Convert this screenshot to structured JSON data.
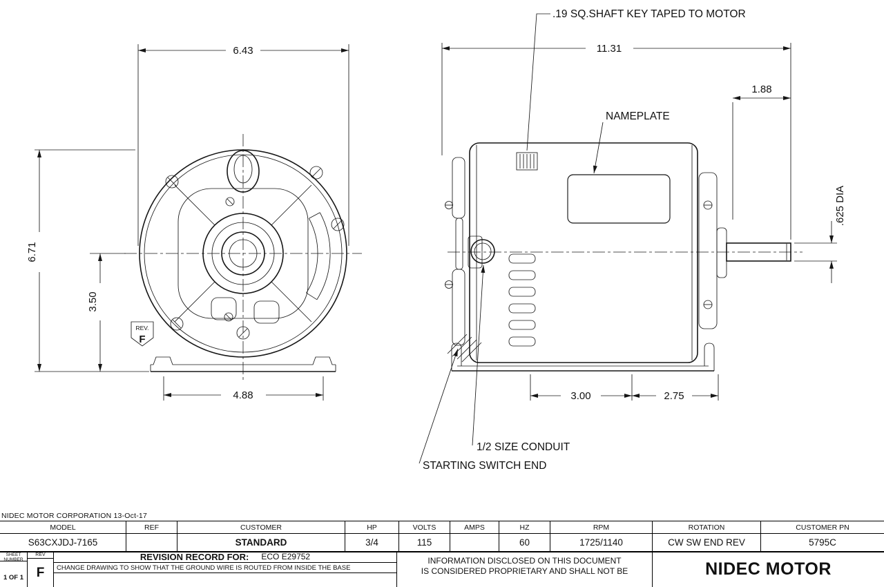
{
  "drawing": {
    "front_view": {
      "dim_width": "6.43",
      "dim_height_overall": "6.71",
      "dim_shaft_height": "3.50",
      "dim_foot_holes": "4.88",
      "rev_flag_label": "REV.",
      "rev_flag_value": "F"
    },
    "side_view": {
      "dim_length_overall": "11.31",
      "dim_shaft_extension": "1.88",
      "dim_shaft_diameter": ".625 DIA",
      "dim_foot_hole_spacing": "3.00",
      "dim_foot_to_shaft_end": "2.75",
      "note_shaft_key": ".19 SQ.SHAFT KEY TAPED TO MOTOR",
      "note_nameplate": "NAMEPLATE",
      "note_conduit": "1/2 SIZE CONDUIT",
      "note_switch_end": "STARTING SWITCH END"
    }
  },
  "title_block": {
    "corporation_line": "NIDEC MOTOR CORPORATION 13-Oct-17",
    "spec_headers": [
      "MODEL",
      "REF",
      "CUSTOMER",
      "HP",
      "VOLTS",
      "AMPS",
      "HZ",
      "RPM",
      "ROTATION",
      "CUSTOMER PN"
    ],
    "spec_values": [
      "S63CXJDJ-7165",
      "",
      "STANDARD",
      "3/4",
      "115",
      "",
      "60",
      "1725/1140",
      "CW SW END REV",
      "5795C"
    ],
    "sheet_label_1": "SHEET",
    "sheet_label_2": "NUMBER",
    "sheet_value": "1 OF 1",
    "rev_label": "REV",
    "rev_value": "F",
    "revision_title": "REVISION RECORD FOR:",
    "revision_eco": "ECO E29752",
    "revision_description": "CHANGE DRAWING TO SHOW THAT THE GROUND WIRE IS ROUTED FROM INSIDE THE BASE",
    "proprietary_line_1": "INFORMATION DISCLOSED ON THIS DOCUMENT",
    "proprietary_line_2": "IS CONSIDERED PROPRIETARY AND SHALL NOT BE",
    "company_name": "NIDEC MOTOR"
  }
}
